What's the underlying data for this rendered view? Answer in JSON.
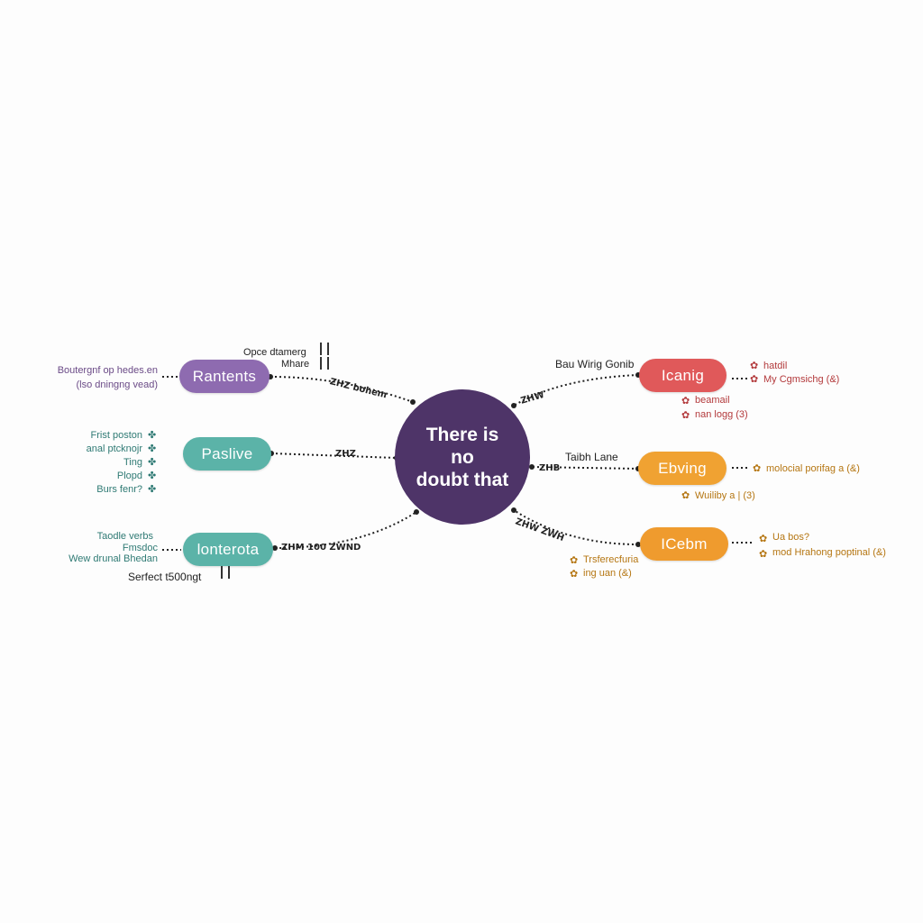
{
  "colors": {
    "center": "#4e3468",
    "purple": "#8e6bb0",
    "teal": "#5bb3a8",
    "red": "#e0595a",
    "orange": "#f0a232",
    "orange2": "#ef9b2e",
    "label_purple": "#6b4b87",
    "label_teal": "#2f7a74",
    "label_red": "#b33a3c",
    "label_orange": "#b57612"
  },
  "center": {
    "text_line1": "There is",
    "text_line2": "no",
    "text_line3": "doubt that"
  },
  "nodes": {
    "rantents": {
      "label": "Rantents",
      "top_label_1": "Opce dtamerg",
      "top_label_2": "Mhare",
      "left_label_1": "Boutergnf op hedes.en",
      "left_label_2": "(lso dningng vead)",
      "spine_text": "ZHZ bohem"
    },
    "paslive": {
      "label": "Paslive",
      "left_items": [
        "Frist poston",
        "anal ptcknojr",
        "Ting",
        "Plopd",
        "Burs fenr?"
      ],
      "spine_text": "ZHZ"
    },
    "lonterota": {
      "label": "lonterota",
      "left_label_1": "Taodle verbs",
      "left_label_2": "Fmsdoc",
      "left_label_3": "Wew drunal  Bhedan",
      "bottom_label": "Serfect t500ngt",
      "spine_text": "ZHM 100  ZWND"
    },
    "icanig": {
      "label": "Icanig",
      "top_label": "Bau Wirig Gonib",
      "right_items": [
        "hatdil",
        "My Cgmsichg (&)"
      ],
      "below_items": [
        "beamail",
        "nan logg (3)"
      ],
      "spine_text": "ZHW"
    },
    "ebving": {
      "label": "Ebving",
      "top_label": "Taibh Lane",
      "right_items": [
        "molocial porifag a (&)"
      ],
      "below_items": [
        "Wuiliby a | (3)"
      ],
      "spine_text": "ZHB"
    },
    "icebm": {
      "label": "ICebm",
      "right_items": [
        "Ua bos?",
        "mod Hrahong poptinal (&)"
      ],
      "below_items": [
        "Trsferecfuria",
        "ing uan (&)"
      ],
      "spine_text": "ZHW ZWH"
    }
  }
}
